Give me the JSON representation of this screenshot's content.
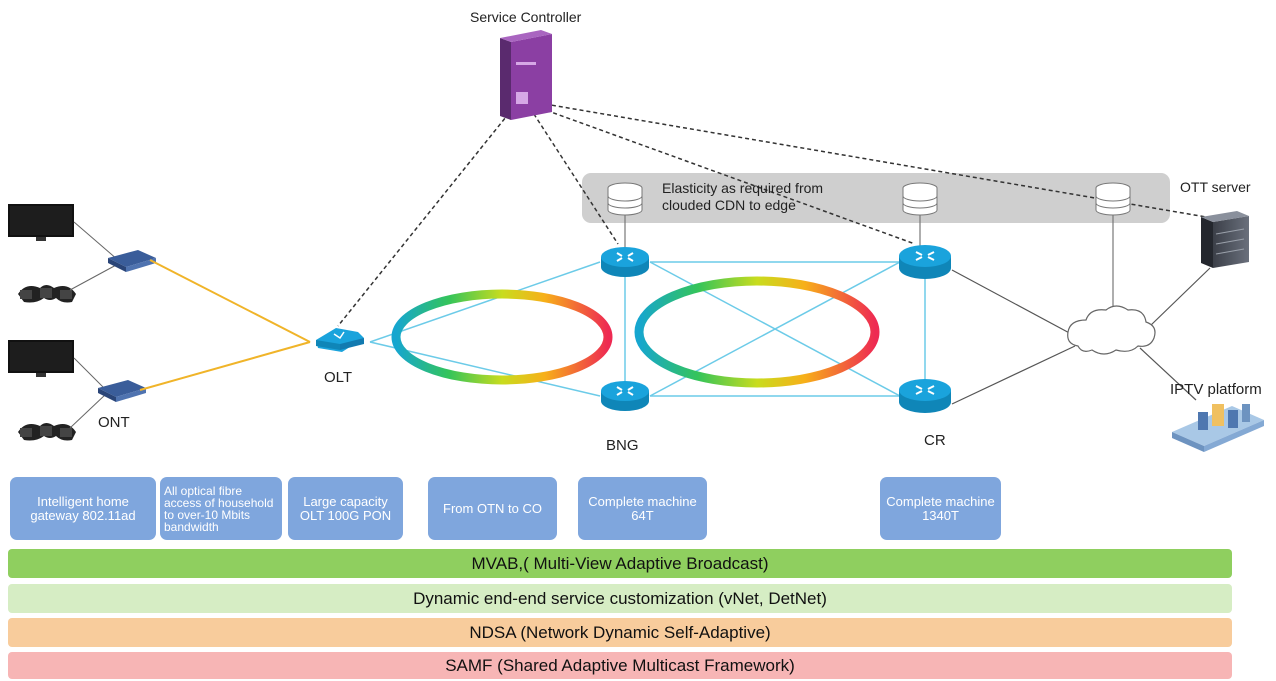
{
  "labels": {
    "service_controller": "Service Controller",
    "ott_server": "OTT server",
    "iptv_platform": "IPTV platform",
    "olt": "OLT",
    "ont": "ONT",
    "bng": "BNG",
    "cr": "CR",
    "cdn_line1": "Elasticity as required from",
    "cdn_line2": "clouded CDN to edge"
  },
  "boxes": [
    "Intelligent home gateway 802.11ad",
    "All optical fibre access of household to over-10 Mbits bandwidth",
    "Large capacity OLT 100G PON",
    "From OTN to CO",
    "Complete machine 64T",
    "Complete machine 1340T"
  ],
  "bars": [
    {
      "text": "MVAB,( Multi-View Adaptive Broadcast)",
      "color": "#8fcf5f"
    },
    {
      "text": "Dynamic end-end service customization (vNet, DetNet)",
      "color": "#d6edc4"
    },
    {
      "text": "NDSA (Network Dynamic Self-Adaptive)",
      "color": "#f8cc9c"
    },
    {
      "text": "SAMF (Shared Adaptive Multicast Framework)",
      "color": "#f7b5b5"
    }
  ],
  "colors": {
    "router": "#1aa3dc",
    "link": "#6ccbe8",
    "yellow_link": "#f0b429",
    "controller": "#7b3f8f",
    "cdn_band": "#cfcfcf"
  }
}
